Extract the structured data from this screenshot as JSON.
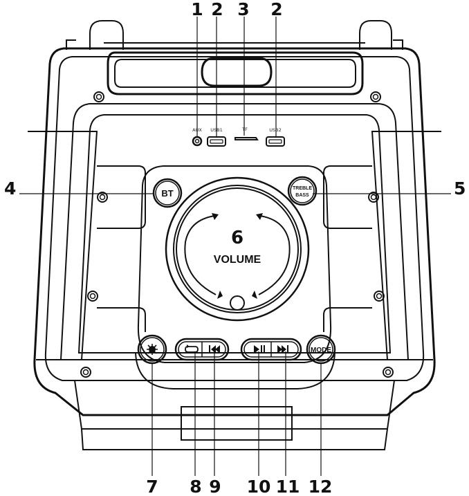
{
  "ports": {
    "aux": "AUX",
    "usb1": "USB1",
    "tf": "TF",
    "usb2": "USB2"
  },
  "buttons": {
    "bt": "BT",
    "treble": "TREBLE",
    "bass": "BASS",
    "volume_number": "6",
    "volume": "VOLUME",
    "mode": "MODE"
  },
  "callouts": {
    "c1": "1",
    "c2a": "2",
    "c3": "3",
    "c2b": "2",
    "c4": "4",
    "c5": "5",
    "c7": "7",
    "c8": "8",
    "c9": "9",
    "c10": "10",
    "c11": "11",
    "c12": "12"
  },
  "icons": [
    "light-icon",
    "repeat-icon",
    "previous-icon",
    "play-pause-icon",
    "next-icon"
  ]
}
